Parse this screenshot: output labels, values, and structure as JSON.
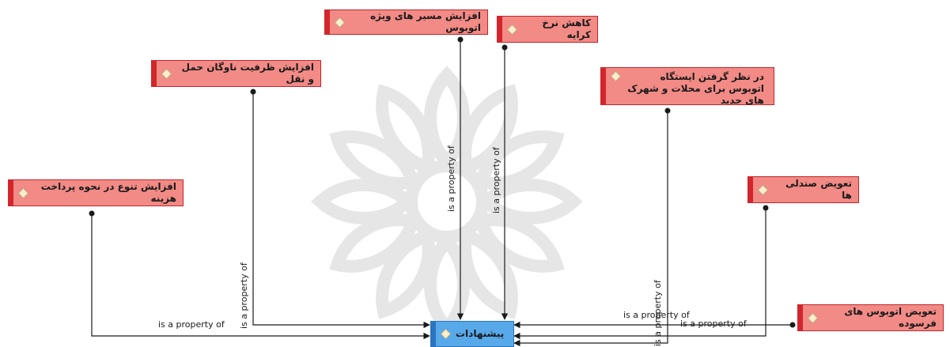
{
  "nodes": {
    "center": "پیشنهادات",
    "fare": "کاهش نرخ کرایه",
    "routes": "افزایش مسیر های ویژه اتوبوس",
    "fleet": "افزایش ظرفیت ناوگان حمل و نقل",
    "stations": "در نظر گرفتن ایستگاه اتوبوس برای محلات و شهرک های جدید",
    "payment": "افزایش تنوع در نحوه پرداخت هزینه",
    "seats": "تعویض صندلی ها",
    "old_buses": "تعویض اتوبوس های فرسوده"
  },
  "edges": {
    "payment": "is a property of",
    "fleet": "is a property of",
    "routes": "is a property of",
    "fare": "is a property of",
    "stations": "is a property of",
    "seats": "is a property of",
    "old_buses": "is a property of"
  },
  "colors": {
    "node_fill": "#f28a85",
    "node_border": "#d3262c",
    "center_fill": "#58a9ea",
    "watermark": "#e2e2e2",
    "line": "#1a1a1a"
  }
}
